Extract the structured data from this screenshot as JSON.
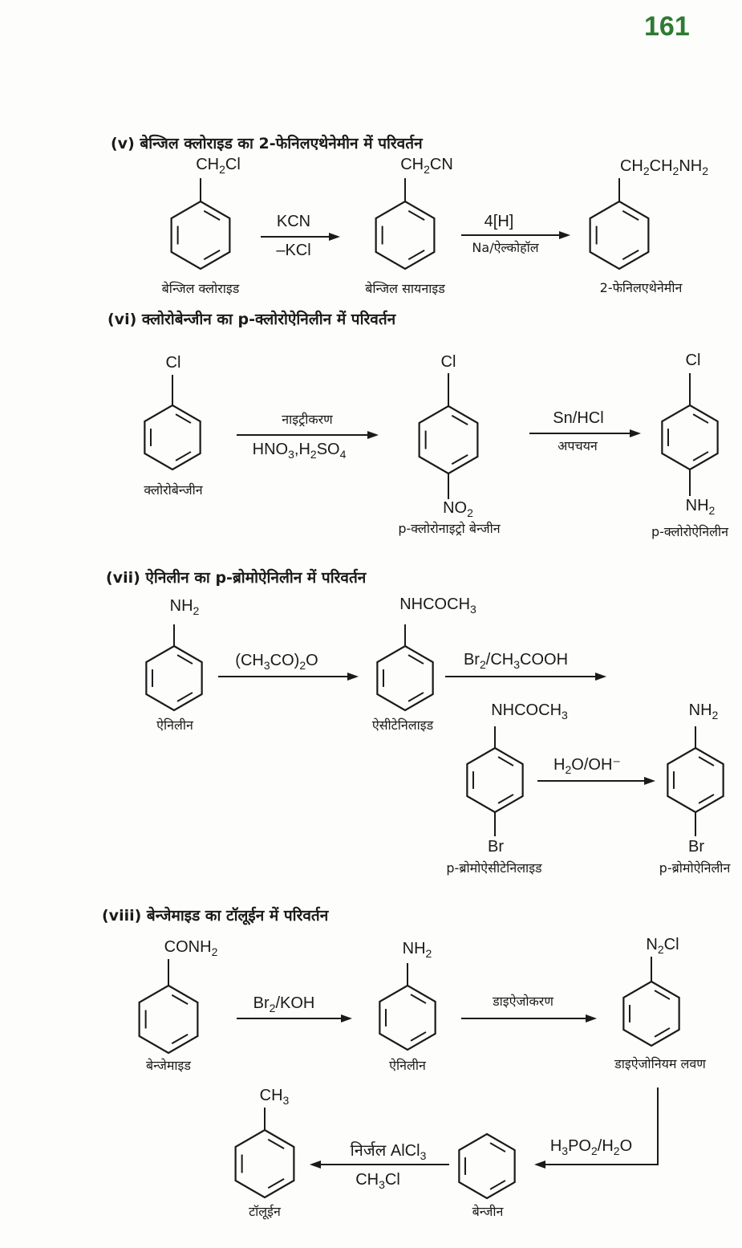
{
  "page_number": "161",
  "colors": {
    "page_number": "#2f7a33",
    "ink": "#1a1a1a"
  },
  "sections": [
    {
      "heading": "(v) बेन्जिल क्लोराइड का 2-फेनिलएथेनेमीन में परिवर्तन",
      "compounds": [
        {
          "group": "CH2Cl",
          "name": "बेन्जिल क्लोराइड"
        },
        {
          "group": "CH2CN",
          "name": "बेन्जिल सायनाइड"
        },
        {
          "group": "CH2CH2NH2",
          "name": "2-फेनिलएथेनेमीन"
        }
      ],
      "arrows": [
        {
          "above": "KCN",
          "below": "–KCl"
        },
        {
          "above": "4[H]",
          "below": "Na/ऐल्कोहॉल"
        }
      ]
    },
    {
      "heading": "(vi) क्लोरोबेन्जीन का p-क्लोरोऐनिलीन में परिवर्तन",
      "compounds": [
        {
          "group": "Cl",
          "name": "क्लोरोबेन्जीन"
        },
        {
          "group": "Cl",
          "para": "NO2",
          "name": "p-क्लोरोनाइट्रो बेन्जीन"
        },
        {
          "group": "Cl",
          "para": "NH2",
          "name": "p-क्लोरोऐनिलीन"
        }
      ],
      "arrows": [
        {
          "above": "नाइट्रीकरण",
          "below": "HNO3,H2SO4"
        },
        {
          "above": "Sn/HCl",
          "below": "अपचयन"
        }
      ]
    },
    {
      "heading": "(vii) ऐनिलीन का p-ब्रोमोऐनिलीन में परिवर्तन",
      "compounds": [
        {
          "group": "NH2",
          "name": "ऐनिलीन"
        },
        {
          "group": "NHCOCH3",
          "name": "ऐसीटेनिलाइड"
        },
        {
          "group": "NHCOCH3",
          "para": "Br",
          "name": "p-ब्रोमोऐसीटेनिलाइड"
        },
        {
          "group": "NH2",
          "para": "Br",
          "name": "p-ब्रोमोऐनिलीन"
        }
      ],
      "arrows": [
        {
          "above": "(CH3CO)2O"
        },
        {
          "above": "Br2/CH3COOH"
        },
        {
          "above": "H2O/OH⁻"
        }
      ]
    },
    {
      "heading": "(viii) बेन्जेमाइड का टॉलूईन में परिवर्तन",
      "compounds": [
        {
          "group": "CONH2",
          "name": "बेन्जेमाइड"
        },
        {
          "group": "NH2",
          "name": "ऐनिलीन"
        },
        {
          "group": "N2Cl",
          "name": "डाइऐजोनियम लवण"
        },
        {
          "name": "बेन्जीन"
        },
        {
          "group": "CH3",
          "name": "टॉलूईन"
        }
      ],
      "arrows": [
        {
          "above": "Br2/KOH"
        },
        {
          "above": "डाइऐजोकरण"
        },
        {
          "above": "H3PO2/H2O"
        },
        {
          "above": "निर्जल AlCl3",
          "below": "CH3Cl"
        }
      ]
    }
  ]
}
